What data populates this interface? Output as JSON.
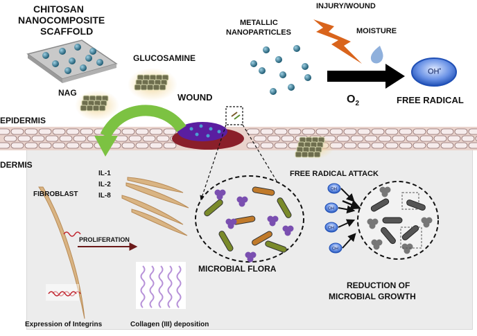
{
  "title": {
    "line1": "CHITOSAN",
    "line2": "NANOCOMPOSITE",
    "line3": "SCAFFOLD"
  },
  "labels": {
    "glucosamine": "GLUCOSAMINE",
    "nag": "NAG",
    "wound": "WOUND",
    "metallic1": "METALLIC",
    "metallic2": "NANOPARTICLES",
    "injury": "INJURY/WOUND",
    "moisture": "MOISTURE",
    "oh": "OH",
    "oxygen": "O",
    "oxygen_sub": "2",
    "free_radical": "FREE RADICAL",
    "epidermis": "EPIDERMIS",
    "dermis": "DERMIS",
    "il1": "IL-1",
    "il2": "IL-2",
    "il8": "IL-8",
    "fibroblast": "FIBROBLAST",
    "proliferation": "PROLIFERATION",
    "free_radical_attack": "FREE RADICAL ATTACK",
    "microbial_flora": "MICROBIAL FLORA",
    "reduction1": "REDUCTION OF",
    "reduction2": "MICROBIAL GROWTH",
    "integrins": "Expression of Integrins",
    "collagen": "Collagen (III) deposition",
    "oh_small": "OH"
  },
  "colors": {
    "green_arrow": "#7cc242",
    "lightning": "#d9641c",
    "free_radical_blue": "#3a6fd8",
    "wound_purple": "#4b1f8c",
    "blood_red": "#8a1f2a",
    "nanoparticle": "#2f6f88",
    "fibroblast": "#d9b483",
    "collagen": "#b893d9"
  }
}
